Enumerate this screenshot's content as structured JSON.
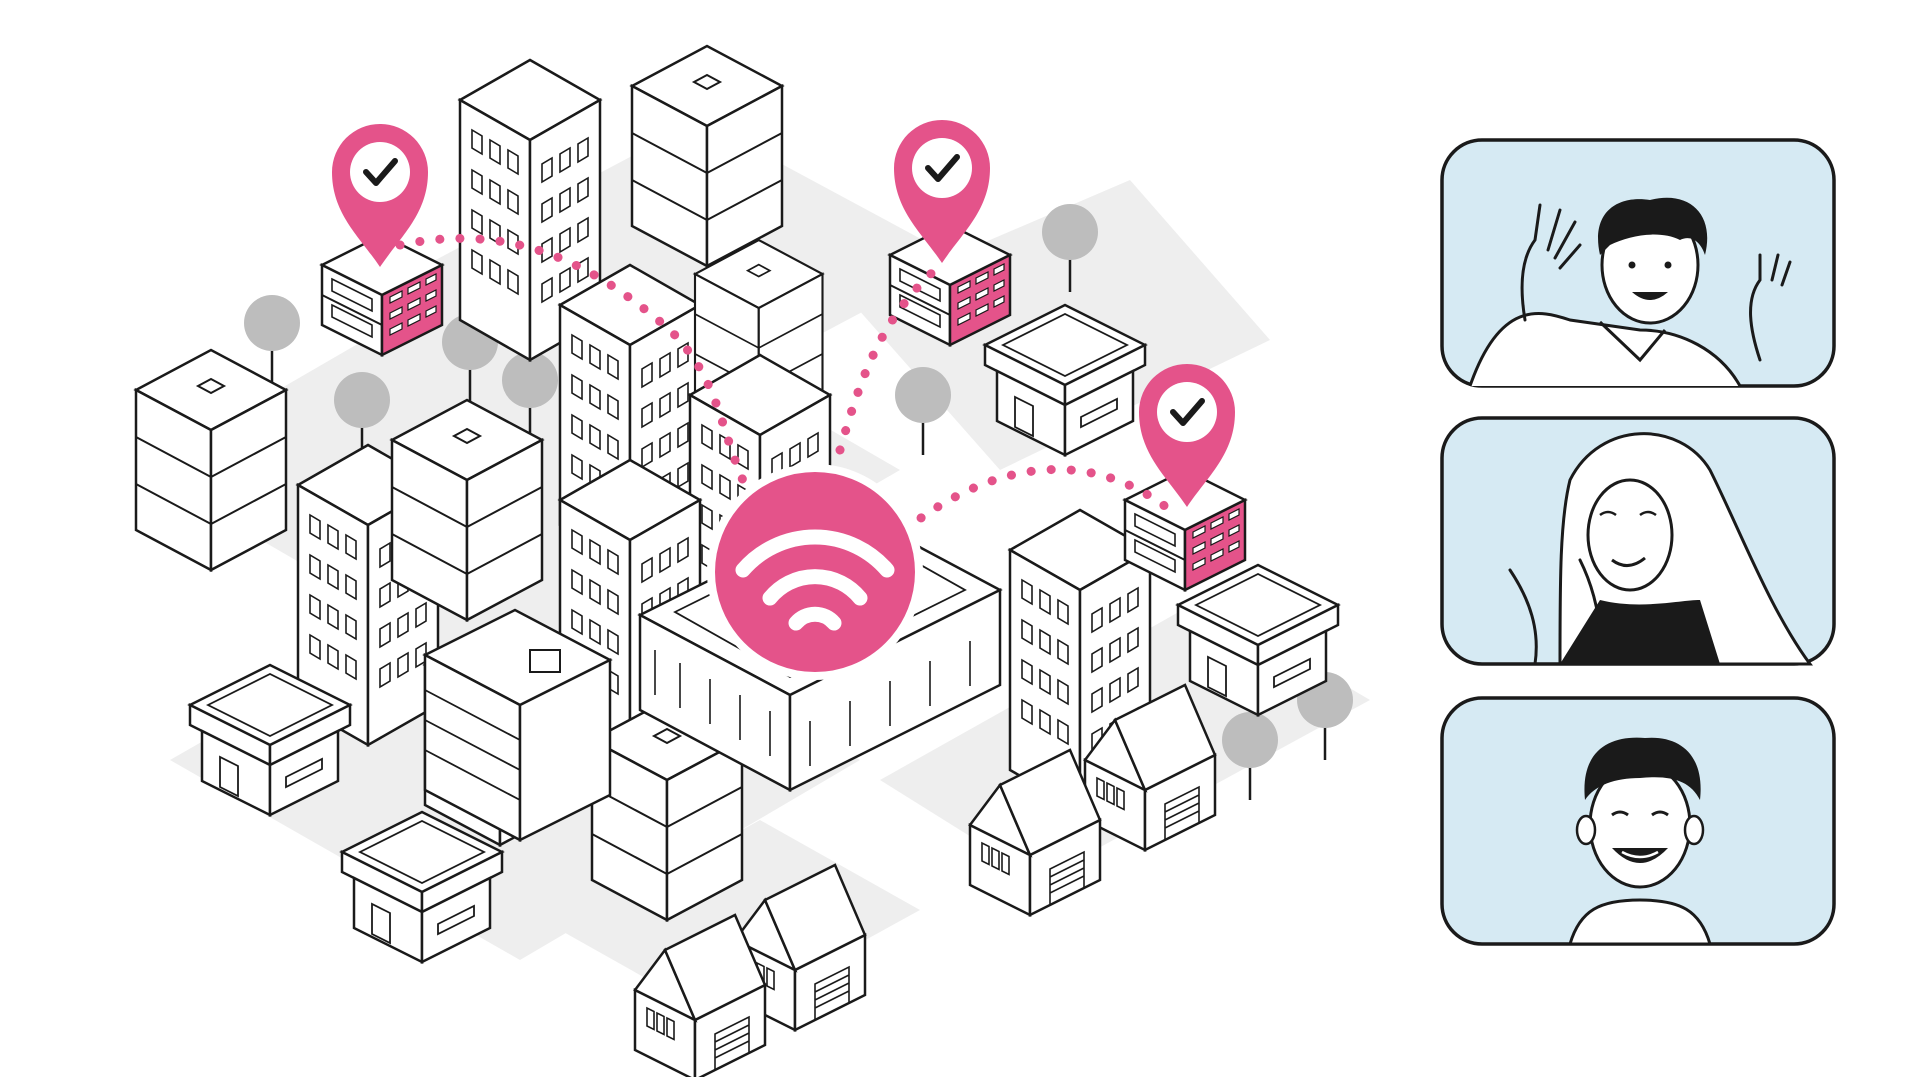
{
  "colors": {
    "background": "#ffffff",
    "accent_pink": "#e4538a",
    "ground": "#eeeeee",
    "tree": "#bdbdbd",
    "outline": "#1a1a1a",
    "card_bg": "#d6eaf3"
  },
  "icons": {
    "hub": "wifi-icon",
    "pins": [
      "location-pin-check-icon",
      "location-pin-check-icon",
      "location-pin-check-icon"
    ],
    "avatars": [
      "waving-man-avatar",
      "smiling-woman-avatar",
      "smiling-boy-avatar"
    ]
  },
  "connected_locations": 3,
  "video_participants": 3
}
